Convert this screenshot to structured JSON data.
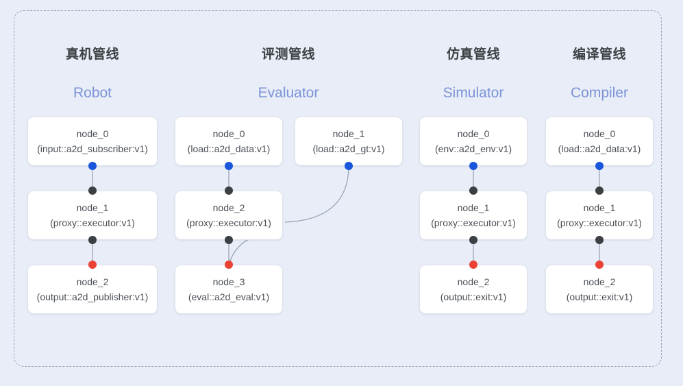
{
  "diagram": {
    "background_color": "#e8edf8",
    "frame_border_color": "#9aa3b5",
    "accent_blue": "#1a56db",
    "accent_red": "#ea4335",
    "accent_black": "#3c4043",
    "subtitle_color": "#7b93d6",
    "node_text_color": "#4a4f56"
  },
  "columns": [
    {
      "id": "robot",
      "title": "真机管线",
      "subtitle": "Robot",
      "nodes": [
        {
          "name": "node_0",
          "type": "(input::a2d_subscriber:v1)"
        },
        {
          "name": "node_1",
          "type": "(proxy::executor:v1)"
        },
        {
          "name": "node_2",
          "type": "(output::a2d_publisher:v1)"
        }
      ]
    },
    {
      "id": "evaluator",
      "title": "评测管线",
      "subtitle": "Evaluator",
      "nodes": [
        {
          "name": "node_0",
          "type": "(load::a2d_data:v1)"
        },
        {
          "name": "node_1",
          "type": "(load::a2d_gt:v1)"
        },
        {
          "name": "node_2",
          "type": "(proxy::executor:v1)"
        },
        {
          "name": "node_3",
          "type": "(eval::a2d_eval:v1)"
        }
      ]
    },
    {
      "id": "simulator",
      "title": "仿真管线",
      "subtitle": "Simulator",
      "nodes": [
        {
          "name": "node_0",
          "type": "(env::a2d_env:v1)"
        },
        {
          "name": "node_1",
          "type": "(proxy::executor:v1)"
        },
        {
          "name": "node_2",
          "type": "(output::exit:v1)"
        }
      ]
    },
    {
      "id": "compiler",
      "title": "编译管线",
      "subtitle": "Compiler",
      "nodes": [
        {
          "name": "node_0",
          "type": "(load::a2d_data:v1)"
        },
        {
          "name": "node_1",
          "type": "(proxy::executor:v1)"
        },
        {
          "name": "node_2",
          "type": "(output::exit:v1)"
        }
      ]
    }
  ]
}
